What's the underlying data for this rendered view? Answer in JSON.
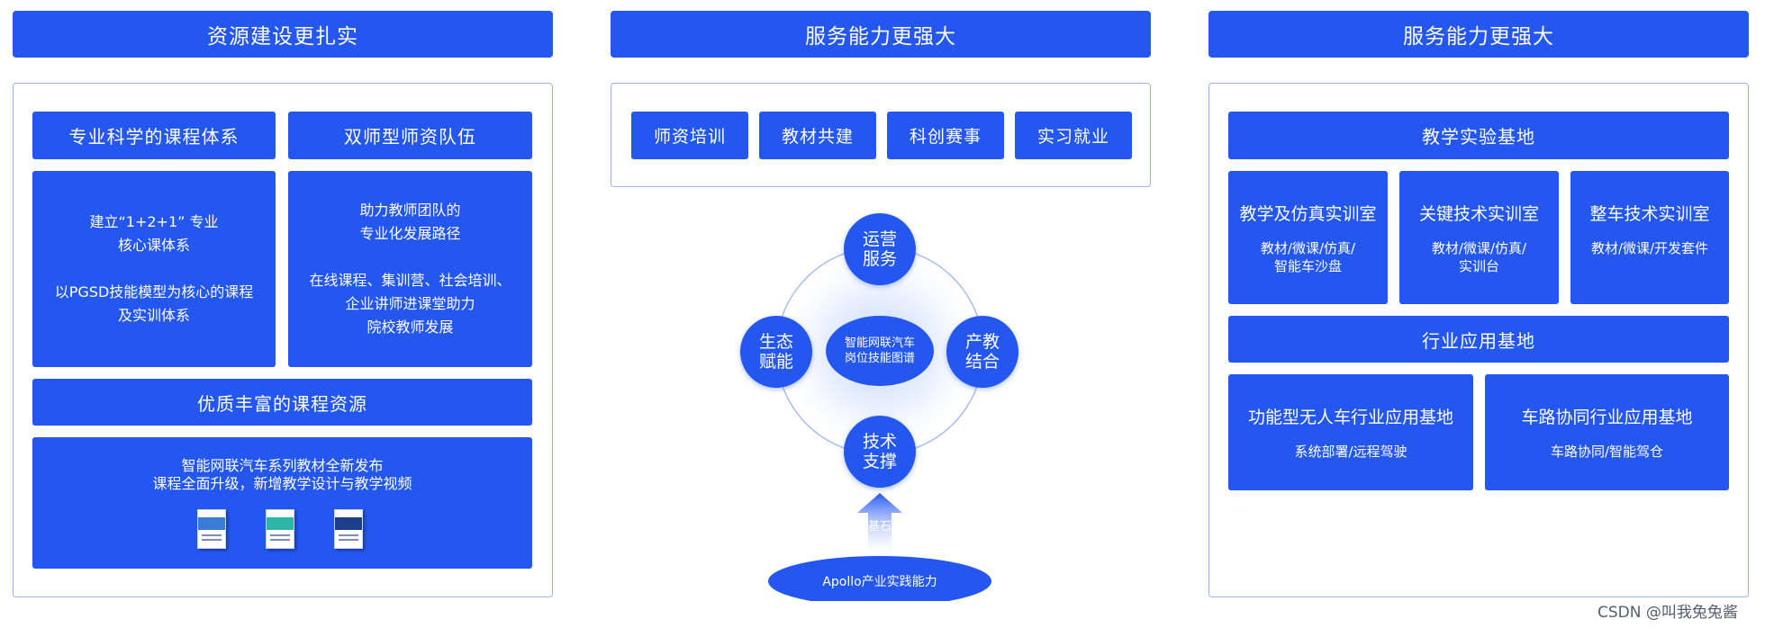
{
  "columns": [
    {
      "header": "资源建设更扎实"
    },
    {
      "header": "服务能力更强大"
    },
    {
      "header": "服务能力更强大"
    }
  ],
  "col1": {
    "box1_title": "专业科学的课程体系",
    "box2_title": "双师型师资队伍",
    "box1_lines": [
      "建立“1+2+1” 专业",
      "核心课体系",
      "以PGSD技能模型为核心的课程",
      "及实训体系"
    ],
    "box2_lines": [
      "助力教师团队的",
      "专业化发展路径",
      "在线课程、集训营、社会培训、",
      "企业讲师进课堂助力",
      "院校教师发展"
    ],
    "resources_title": "优质丰富的课程资源",
    "resources_line1": "智能网联汽车系列教材全新发布",
    "resources_line2": "课程全面升级，新增教学设计与教学视频"
  },
  "col2": {
    "services": [
      "师资培训",
      "教材共建",
      "科创赛事",
      "实习就业"
    ],
    "center": [
      "智能网联汽车",
      "岗位技能图谱"
    ],
    "nodes": {
      "top": [
        "运营",
        "服务"
      ],
      "left": [
        "生态",
        "赋能"
      ],
      "right": [
        "产教",
        "结合"
      ],
      "bottom": [
        "技术",
        "支撑"
      ]
    },
    "arrow_label": "基石",
    "foundation": "Apollo产业实践能力"
  },
  "col3": {
    "lab_base_title": "教学实验基地",
    "labs": [
      {
        "title": "教学及仿真实训室",
        "lines": [
          "教材/微课/仿真/",
          "智能车沙盘"
        ]
      },
      {
        "title": "关键技术实训室",
        "lines": [
          "教材/微课/仿真/",
          "实训台"
        ]
      },
      {
        "title": "整车技术实训室",
        "lines": [
          "教材/微课/开发套件"
        ]
      }
    ],
    "industry_title": "行业应用基地",
    "industry": [
      {
        "title": "功能型无人车行业应用基地",
        "sub": "系统部署/远程驾驶"
      },
      {
        "title": "车路协同行业应用基地",
        "sub": "车路协同/智能驾仓"
      }
    ]
  },
  "watermark": "CSDN @叫我兔兔酱",
  "colors": {
    "primary": "#2357f0",
    "frame": "#9bb3ee",
    "glow": "#d9e4ff"
  }
}
